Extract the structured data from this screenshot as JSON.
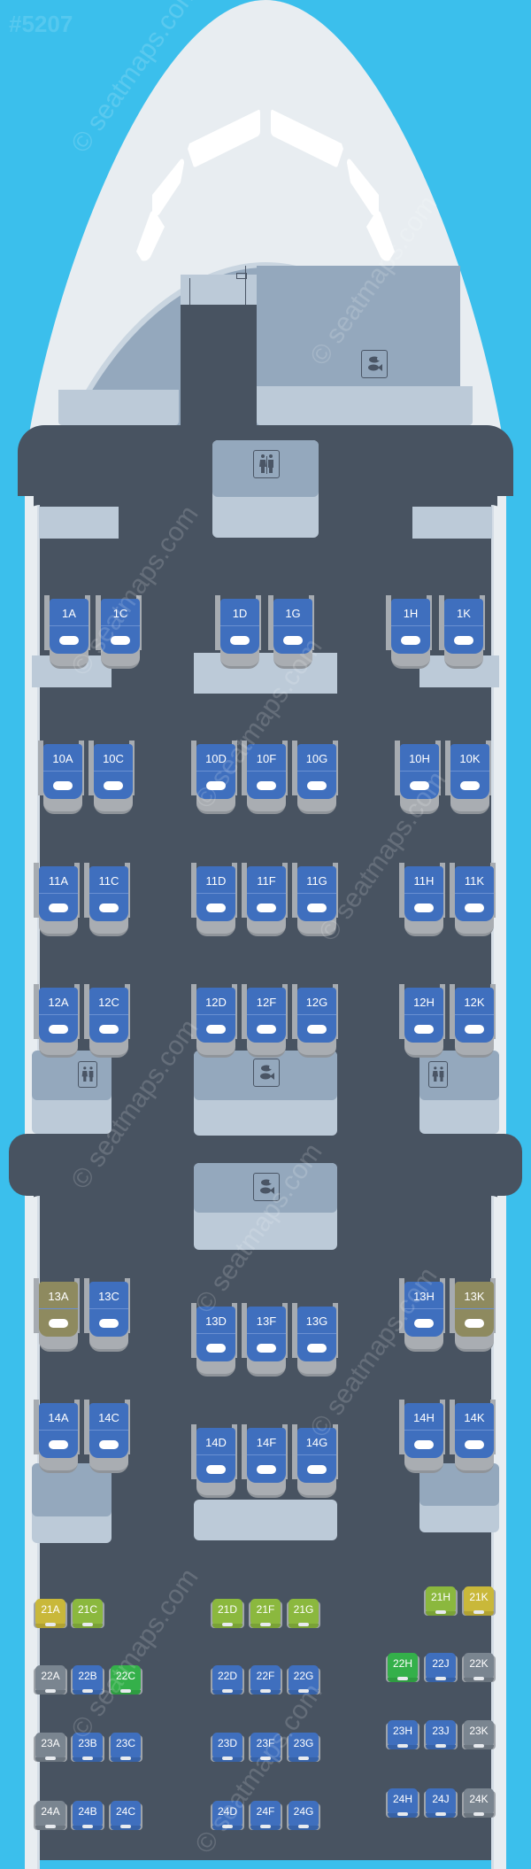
{
  "map": {
    "id_label": "#5207",
    "watermark": "© seatmaps.com"
  },
  "colors": {
    "sky": "#3bbfec",
    "fuselage": "#e8edf1",
    "floor": "#485361",
    "business_seat": "#3f6fbe",
    "business_limited": "#8e8a5f",
    "eco_standard": "#3f6fbe",
    "eco_preferred": "#8bb83e",
    "eco_yellow": "#c9b83a",
    "eco_extra": "#34b04a",
    "eco_restricted": "#7a8590"
  },
  "facilities": {
    "galley_front": {
      "icon": "galley-icon"
    },
    "lavatory_front": {
      "icon": "lavatory-icon"
    },
    "lavatory_mid_left": {
      "icon": "lavatory-icon"
    },
    "galley_mid_1": {
      "icon": "galley-icon"
    },
    "lavatory_mid_right": {
      "icon": "lavatory-icon"
    },
    "galley_mid_2": {
      "icon": "galley-icon"
    }
  },
  "business_rows": [
    {
      "row": "1",
      "seats": [
        "1A",
        "1C",
        "1D",
        "1G",
        "1H",
        "1K"
      ]
    },
    {
      "row": "10",
      "seats": [
        "10A",
        "10C",
        "10D",
        "10F",
        "10G",
        "10H",
        "10K"
      ]
    },
    {
      "row": "11",
      "seats": [
        "11A",
        "11C",
        "11D",
        "11F",
        "11G",
        "11H",
        "11K"
      ]
    },
    {
      "row": "12",
      "seats": [
        "12A",
        "12C",
        "12D",
        "12F",
        "12G",
        "12H",
        "12K"
      ]
    },
    {
      "row": "13",
      "seats": [
        "13A",
        "13C",
        "13D",
        "13F",
        "13G",
        "13H",
        "13K"
      ]
    },
    {
      "row": "14",
      "seats": [
        "14A",
        "14C",
        "14D",
        "14F",
        "14G",
        "14H",
        "14K"
      ]
    }
  ],
  "economy_rows": [
    {
      "row": "21",
      "seats": [
        {
          "label": "21A",
          "type": "yellow"
        },
        {
          "label": "21C",
          "type": "preferred"
        },
        {
          "label": "21D",
          "type": "preferred"
        },
        {
          "label": "21F",
          "type": "preferred"
        },
        {
          "label": "21G",
          "type": "preferred"
        },
        {
          "label": "21H",
          "type": "preferred"
        },
        {
          "label": "21K",
          "type": "yellow"
        }
      ]
    },
    {
      "row": "22",
      "seats": [
        {
          "label": "22A",
          "type": "restricted"
        },
        {
          "label": "22B",
          "type": "standard"
        },
        {
          "label": "22C",
          "type": "extra"
        },
        {
          "label": "22D",
          "type": "standard"
        },
        {
          "label": "22F",
          "type": "standard"
        },
        {
          "label": "22G",
          "type": "standard"
        },
        {
          "label": "22H",
          "type": "extra"
        },
        {
          "label": "22J",
          "type": "standard"
        },
        {
          "label": "22K",
          "type": "restricted"
        }
      ]
    },
    {
      "row": "23",
      "seats": [
        {
          "label": "23A",
          "type": "restricted"
        },
        {
          "label": "23B",
          "type": "standard"
        },
        {
          "label": "23C",
          "type": "standard"
        },
        {
          "label": "23D",
          "type": "standard"
        },
        {
          "label": "23F",
          "type": "standard"
        },
        {
          "label": "23G",
          "type": "standard"
        },
        {
          "label": "23H",
          "type": "standard"
        },
        {
          "label": "23J",
          "type": "standard"
        },
        {
          "label": "23K",
          "type": "restricted"
        }
      ]
    },
    {
      "row": "24",
      "seats": [
        {
          "label": "24A",
          "type": "restricted"
        },
        {
          "label": "24B",
          "type": "standard"
        },
        {
          "label": "24C",
          "type": "standard"
        },
        {
          "label": "24D",
          "type": "standard"
        },
        {
          "label": "24F",
          "type": "standard"
        },
        {
          "label": "24G",
          "type": "standard"
        },
        {
          "label": "24H",
          "type": "standard"
        },
        {
          "label": "24J",
          "type": "standard"
        },
        {
          "label": "24K",
          "type": "restricted"
        }
      ]
    }
  ]
}
